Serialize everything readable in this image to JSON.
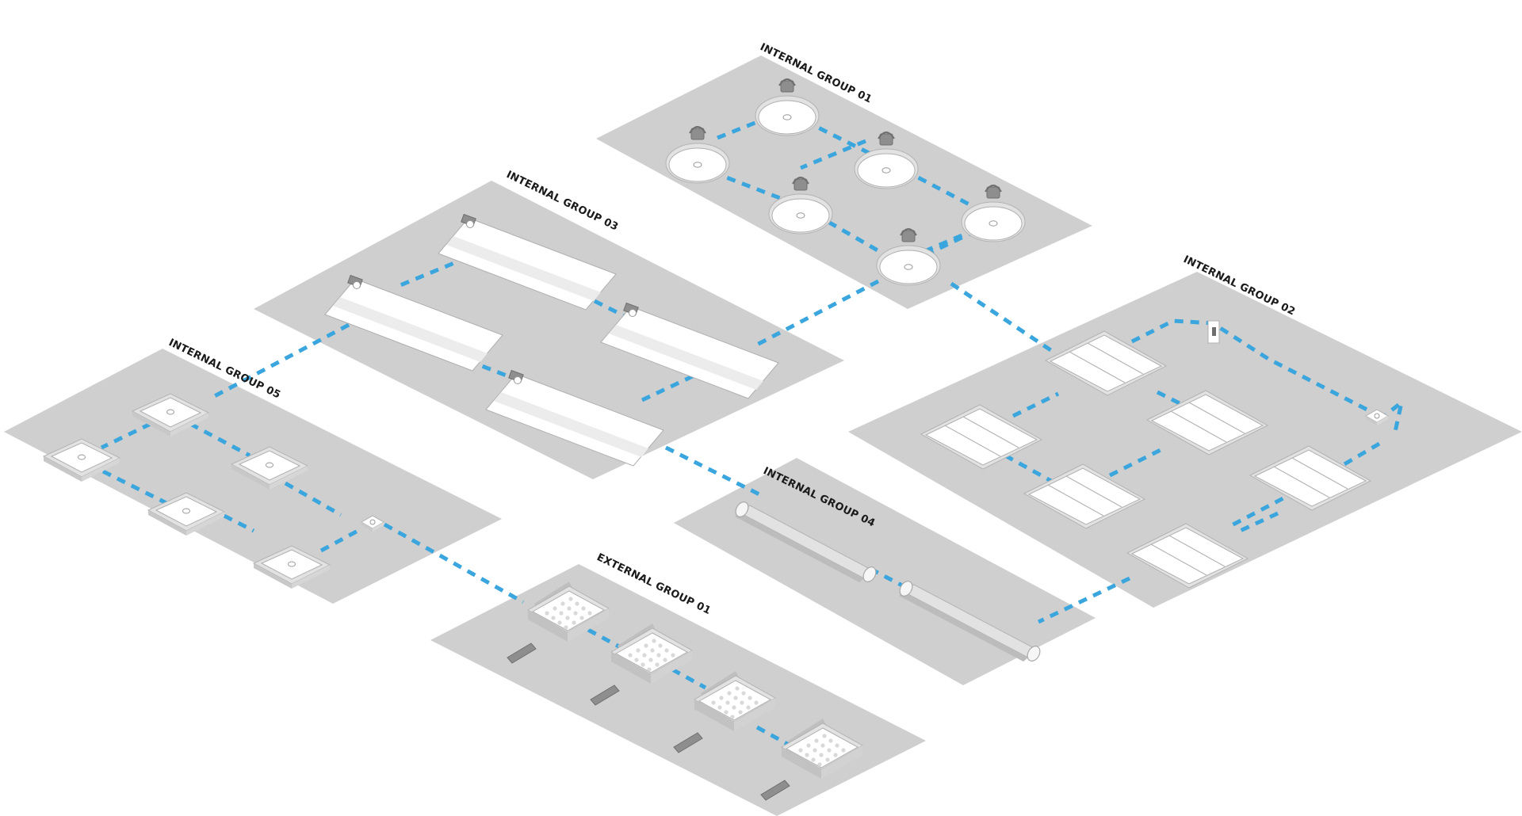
{
  "groups": {
    "internal_01": {
      "label": "INTERNAL GROUP 01",
      "fixture": "highbay-icon"
    },
    "internal_02": {
      "label": "INTERNAL GROUP 02",
      "fixture": "troffer-panel-icon"
    },
    "internal_03": {
      "label": "INTERNAL GROUP 03",
      "fixture": "linear-panel-icon"
    },
    "internal_04": {
      "label": "INTERNAL GROUP 04",
      "fixture": "batten-icon"
    },
    "internal_05": {
      "label": "INTERNAL GROUP 05",
      "fixture": "square-downlight-icon"
    },
    "external_01": {
      "label": "EXTERNAL GROUP 01",
      "fixture": "street-light-icon"
    }
  },
  "colors": {
    "connection": "#3aa6dd",
    "platform": "#cfcfcf",
    "background": "#ffffff"
  }
}
